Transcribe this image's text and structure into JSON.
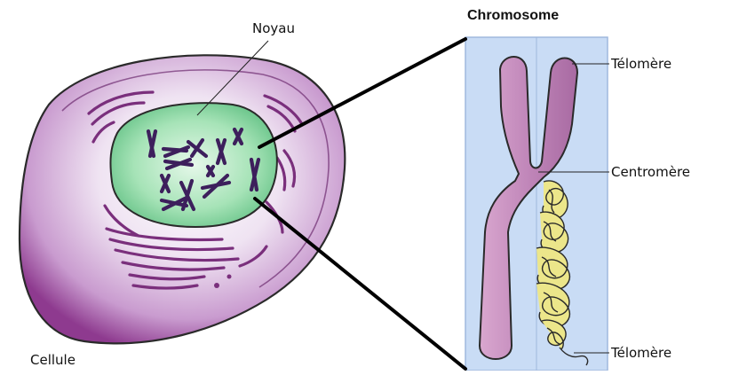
{
  "labels": {
    "noyau": "Noyau",
    "chromosome": "Chromosome",
    "telomere_top": "Télomère",
    "centromere": "Centromère",
    "telomere_bottom": "Télomère",
    "cellule": "Cellule"
  },
  "colors": {
    "cell_fill": "#dcc6e6",
    "cell_dark": "#8e3a8f",
    "cell_outline": "#2a2a2a",
    "nucleus_fill": "#8fd8a6",
    "chromosome_fill": "#c18bbd",
    "chromatin": "#ece68a",
    "panel_bg": "#c9dcf5",
    "panel_border": "#9fb8dd"
  }
}
